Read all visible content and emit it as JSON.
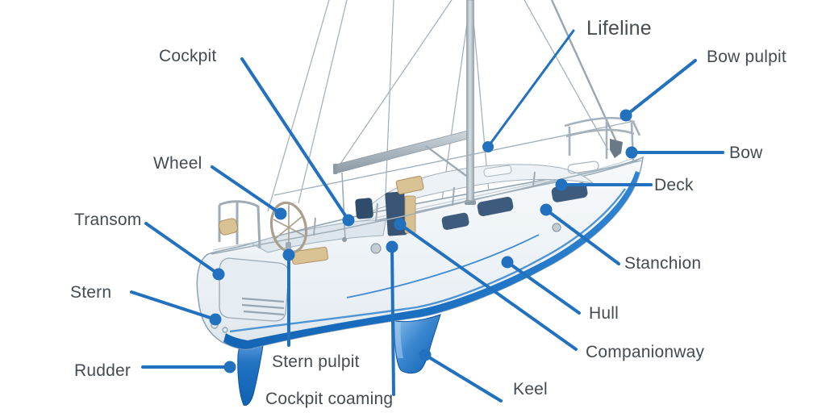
{
  "diagram": {
    "subject": "sailboat-parts",
    "description": "Labeled illustration of a sailboat seen from the stern quarter"
  },
  "colors": {
    "accent_leader_blue": "#2271bf",
    "hull_bottom_blue": "#1b70c2",
    "keel_light_blue": "#8fc2ec",
    "keel_dark_blue": "#0f61b1",
    "label_text": "#454b52",
    "metal_gray": "#9fabb5",
    "wood_tan": "#d9c294",
    "window_slate": "#3d5b7c",
    "background": "#ffffff"
  },
  "labels": [
    {
      "id": "cockpit",
      "text": "Cockpit"
    },
    {
      "id": "wheel",
      "text": "Wheel"
    },
    {
      "id": "transom",
      "text": "Transom"
    },
    {
      "id": "stern",
      "text": "Stern"
    },
    {
      "id": "rudder",
      "text": "Rudder"
    },
    {
      "id": "stern-pulpit",
      "text": "Stern pulpit"
    },
    {
      "id": "cockpit-coaming",
      "text": "Cockpit coaming"
    },
    {
      "id": "keel",
      "text": "Keel"
    },
    {
      "id": "companionway",
      "text": "Companionway"
    },
    {
      "id": "hull",
      "text": "Hull"
    },
    {
      "id": "stanchion",
      "text": "Stanchion"
    },
    {
      "id": "deck",
      "text": "Deck"
    },
    {
      "id": "bow",
      "text": "Bow"
    },
    {
      "id": "bow-pulpit",
      "text": "Bow pulpit"
    },
    {
      "id": "lifeline",
      "text": "Lifeline"
    }
  ]
}
